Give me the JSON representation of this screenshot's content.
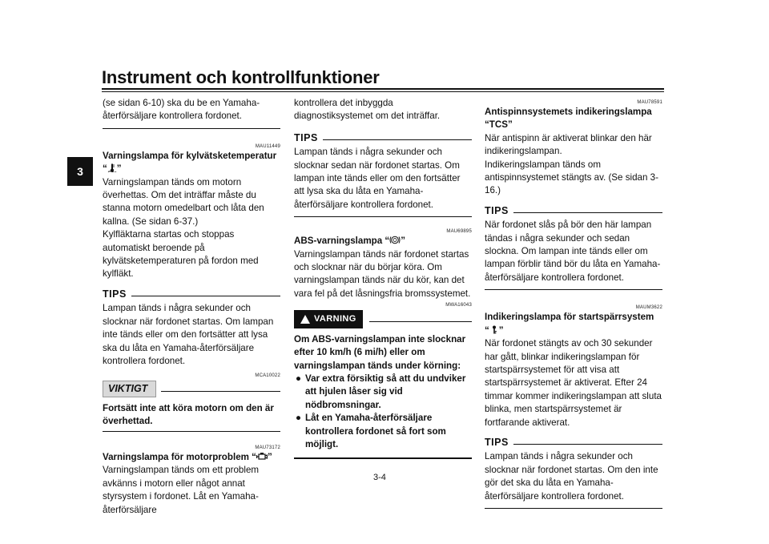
{
  "header": {
    "title": "Instrument och kontrollfunktioner"
  },
  "chapter": "3",
  "page_number": "3-4",
  "col1": {
    "intro": "(se sidan 6-10) ska du be en Yamaha-återförsäljare kontrollera fordonet.",
    "s1_code": "MAU11449",
    "s1_heading_a": "Varningslampa för kylvätsketemperatur",
    "s1_heading_q1": "“",
    "s1_heading_q2": "”",
    "s1_body": "Varningslampan tänds om motorn överhettas. Om det inträffar måste du stanna motorn omedelbart och låta den kallna. (Se sidan 6-37.)",
    "s1_body2": "Kylfläktarna startas och stoppas automatiskt beroende på kylvätsketemperaturen på fordon med kylfläkt.",
    "tips_label": "TIPS",
    "tips_body": "Lampan tänds i några sekunder och slocknar när fordonet startas. Om lampan inte tänds eller om den fortsätter att lysa ska du låta en Yamaha-återförsäljare kontrollera fordonet.",
    "vik_code": "MCA10022",
    "vik_label": "VIKTIGT",
    "vik_body": "Fortsätt inte att köra motorn om den är överhettad.",
    "s2_code": "MAU73172",
    "s2_heading_a": "Varningslampa för motorproblem “",
    "s2_heading_b": "”",
    "s2_body": "Varningslampan tänds om ett problem avkänns i motorn eller något annat styrsystem i fordonet. Låt en Yamaha-återförsäljare"
  },
  "col2": {
    "intro": "kontrollera det inbyggda diagnostiksystemet om det inträffar.",
    "tips_label": "TIPS",
    "tips_body": "Lampan tänds i några sekunder och slocknar sedan när fordonet startas. Om lampan inte tänds eller om den fortsätter att lysa ska du låta en Yamaha-återförsäljare kontrollera fordonet.",
    "s1_code": "MAU69895",
    "s1_heading_a": "ABS-varningslampa “",
    "s1_heading_b": "”",
    "s1_body": "Varningslampan tänds när fordonet startas och slocknar när du börjar köra. Om varningslampan tänds när du kör, kan det vara fel på det låsningsfria bromssystemet.",
    "warn_code": "MWA16043",
    "warn_label": "VARNING",
    "warn_body": "Om ABS-varningslampan inte slocknar efter 10 km/h (6 mi/h) eller om varningslampan tänds under körning:",
    "bullets": [
      "Var extra försiktig så att du undviker att hjulen låser sig vid nödbromsningar.",
      "Låt en Yamaha-återförsäljare kontrollera fordonet så fort som möjligt."
    ],
    "bullet_char": "●"
  },
  "col3": {
    "s1_code": "MAU78591",
    "s1_heading": "Antispinnsystemets indikeringslampa “TCS”",
    "s1_body": "När antispinn är aktiverat blinkar den här indikeringslampan.",
    "s1_body2": "Indikeringslampan tänds om antispinnsystemet stängts av. (Se sidan 3-16.)",
    "tips_label": "TIPS",
    "tips_body": "När fordonet slås på bör den här lampan tändas i några sekunder och sedan slockna. Om lampan inte tänds eller om lampan förblir tänd bör du låta en Yamaha-återförsäljare kontrollera fordonet.",
    "s2_code": "MAUM3622",
    "s2_heading_a": "Indikeringslampa för startspärrsystem",
    "s2_heading_q1": "“",
    "s2_heading_q2": "”",
    "s2_body": "När fordonet stängts av och 30 sekunder har gått, blinkar indikeringslampan för startspärrsystemet för att visa att startspärrsystemet är aktiverat. Efter 24 timmar kommer indikeringslampan att sluta blinka, men startspärrsystemet är fortfarande aktiverat.",
    "tips2_label": "TIPS",
    "tips2_body": "Lampan tänds i några sekunder och slocknar när fordonet startas. Om den inte gör det ska du låta en Yamaha-återförsäljare kontrollera fordonet."
  }
}
